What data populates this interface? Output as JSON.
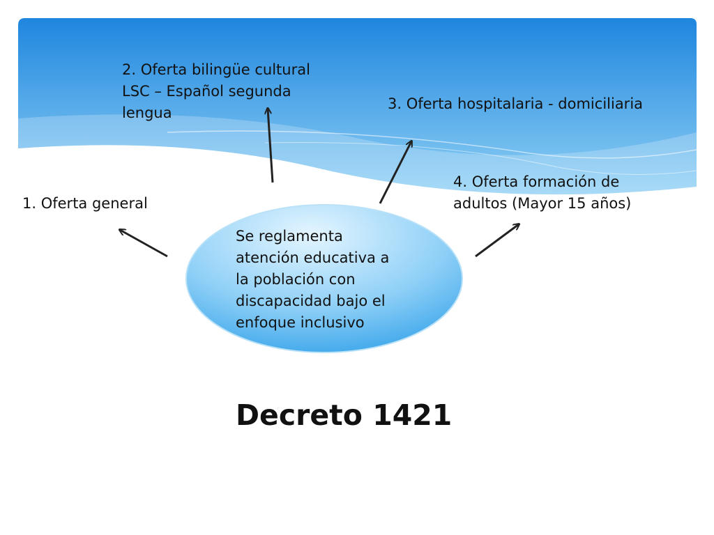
{
  "slide": {
    "title": "Decreto 1421",
    "center": {
      "lines": [
        "Se reglamenta",
        "atención educativa a",
        "la población con",
        "discapacidad bajo el",
        "enfoque inclusivo"
      ]
    },
    "nodes": [
      {
        "id": "oferta-general",
        "lines": [
          "1. Oferta general"
        ]
      },
      {
        "id": "oferta-bilingue",
        "lines": [
          "2. Oferta bilingüe cultural",
          "LSC – Español segunda",
          "lengua"
        ]
      },
      {
        "id": "oferta-hospitalaria",
        "lines": [
          "3. Oferta hospitalaria - domiciliaria"
        ]
      },
      {
        "id": "oferta-adultos",
        "lines": [
          "4. Oferta formación de",
          "adultos (Mayor  15 años)"
        ]
      }
    ]
  },
  "colors": {
    "banner_top": "#1f86de",
    "banner_bottom": "#8fd0f5",
    "ellipse_top": "#d5efff",
    "ellipse_bottom": "#35a6ea",
    "arrow": "#222222",
    "text": "#111111"
  }
}
